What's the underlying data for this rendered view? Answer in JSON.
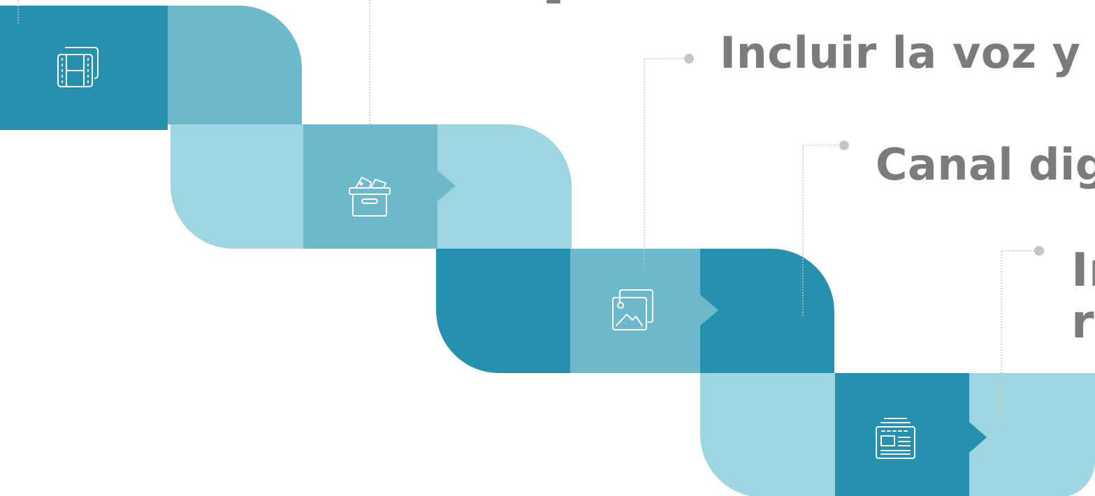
{
  "colors": {
    "dark": "#2690af",
    "mid": "#6cb9cc",
    "light": "#9ed5e0",
    "text": "#7b7b7b",
    "connector": "#c6c6c6",
    "background": "#ffffff"
  },
  "steps": [
    {
      "icon": "film-icon"
    },
    {
      "icon": "archive-box-icon"
    },
    {
      "icon": "image-gallery-icon"
    },
    {
      "icon": "newspaper-icon"
    }
  ],
  "labels": {
    "voz": "Incluir la voz y l",
    "canal": "Canal dig",
    "in_line1": "In",
    "in_line2": "re"
  }
}
